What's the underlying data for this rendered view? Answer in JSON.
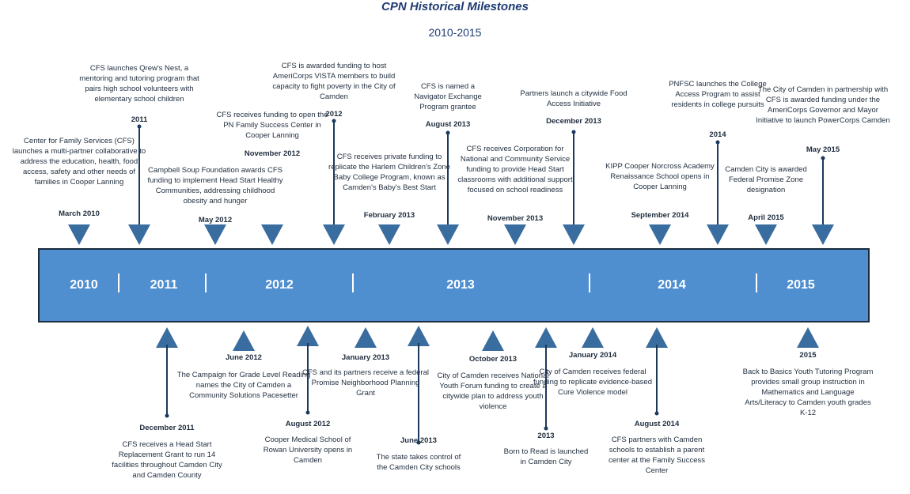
{
  "header": {
    "title": "CPN Historical Milestones",
    "subtitle": "2010-2015"
  },
  "timeline": {
    "years": [
      "2010",
      "2011",
      "2012",
      "2013",
      "2014",
      "2015"
    ]
  },
  "above": [
    {
      "date": "March 2010",
      "text": "Center for Family Services (CFS) launches a multi-partner collaborative to address the education, health, food access, safety and other needs of families in Cooper Lanning"
    },
    {
      "date": "2011",
      "text": "CFS launches Qrew's Nest, a mentoring and tutoring program that pairs high school volunteers with elementary school children"
    },
    {
      "date": "May 2012",
      "text": "Campbell Soup Foundation awards CFS funding to implement Head Start Healthy Communities, addressing childhood obesity and hunger"
    },
    {
      "date": "November 2012",
      "text": "CFS receives funding to open the PN Family Success Center in Cooper Lanning"
    },
    {
      "date": "2012",
      "text": "CFS is awarded funding to host AmeriCorps VISTA members to build capacity to fight poverty in the City of Camden"
    },
    {
      "date": "February 2013",
      "text": "CFS receives private funding to replicate the Harlem Children's Zone Baby College Program, known as Camden's Baby's Best Start"
    },
    {
      "date": "August 2013",
      "text": "CFS is named a Navigator Exchange Program grantee"
    },
    {
      "date": "November 2013",
      "text": "CFS receives Corporation for National and Community Service funding to provide Head Start classrooms with additional support focused on school readiness"
    },
    {
      "date": "December 2013",
      "text": "Partners launch a citywide Food Access Initiative"
    },
    {
      "date": "September 2014",
      "text": "KIPP Cooper Norcross Academy Renaissance School opens in Cooper Lanning"
    },
    {
      "date": "2014",
      "text": "PNFSC launches the College Access Program to assist residents in college pursuits"
    },
    {
      "date": "April 2015",
      "text": "Camden City is awarded Federal Promise Zone designation"
    },
    {
      "date": "May 2015",
      "text": "The City of Camden in partnership with CFS is awarded funding under the AmeriCorps Governor and Mayor Initiative to launch PowerCorps Camden"
    }
  ],
  "below": [
    {
      "date": "December 2011",
      "text": "CFS receives a Head Start Replacement Grant to run 14 facilities throughout Camden City and Camden County"
    },
    {
      "date": "June 2012",
      "text": "The Campaign for Grade Level Reading names the City of Camden a Community Solutions Pacesetter"
    },
    {
      "date": "August 2012",
      "text": "Cooper Medical School of Rowan University opens in Camden"
    },
    {
      "date": "January 2013",
      "text": "CFS and its partners receive a federal Promise Neighborhood Planning Grant"
    },
    {
      "date": "June 2013",
      "text": "The state takes control of the Camden City schools"
    },
    {
      "date": "October 2013",
      "text": "City of Camden receives National Youth Forum funding to create a citywide plan to address youth violence"
    },
    {
      "date": "2013",
      "text": "Born to Read is launched in Camden City"
    },
    {
      "date": "January 2014",
      "text": "City of Camden receives federal funding to replicate evidence-based Cure Violence model"
    },
    {
      "date": "August 2014",
      "text": "CFS partners with Camden schools to establish a parent center at the Family Success Center"
    },
    {
      "date": "2015",
      "text": "Back to Basics Youth Tutoring Program provides small group instruction in Mathematics and Language Arts/Literacy to Camden youth grades K-12"
    }
  ]
}
